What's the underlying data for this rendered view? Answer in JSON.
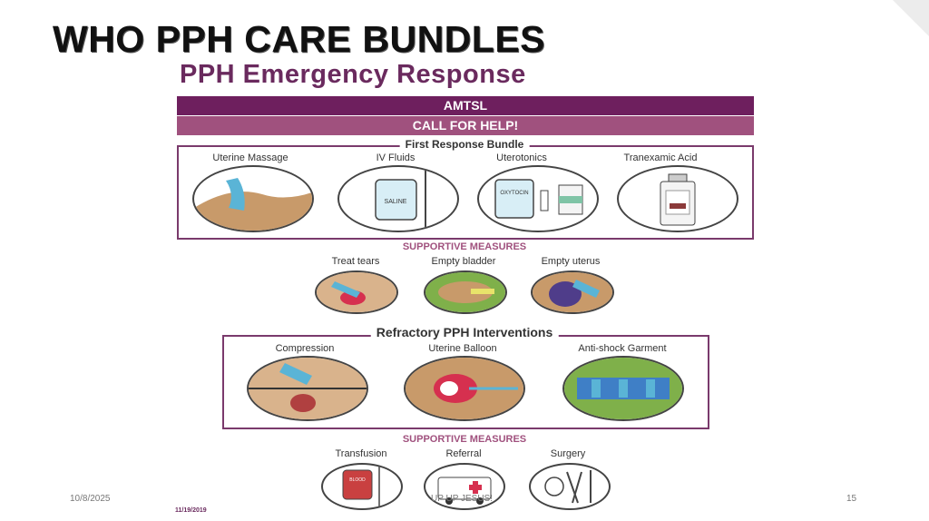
{
  "slide": {
    "title": "WHO PPH CARE BUNDLES",
    "footer_date": "10/8/2025",
    "footer_center": "UP UP JESUS!",
    "page_number": "15"
  },
  "poster": {
    "title": "PPH Emergency Response",
    "bar_amtsl": "AMTSL",
    "bar_call": "CALL FOR HELP!",
    "first_response": {
      "label": "First Response Bundle",
      "items": [
        "Uterine Massage",
        "IV Fluids",
        "Uterotonics",
        "Tranexamic Acid"
      ]
    },
    "supportive_1": {
      "label": "SUPPORTIVE MEASURES",
      "items": [
        "Treat tears",
        "Empty bladder",
        "Empty uterus"
      ]
    },
    "refractory": {
      "label": "Refractory PPH Interventions",
      "items": [
        "Compression",
        "Uterine Balloon",
        "Anti-shock Garment"
      ]
    },
    "supportive_2": {
      "label": "SUPPORTIVE MEASURES",
      "items": [
        "Transfusion",
        "Referral",
        "Surgery"
      ]
    },
    "icon_text": {
      "saline": "SALINE",
      "oxytocin": "OXYTOCIN",
      "blood": "BLOOD"
    },
    "poster_date": "11/19/2019"
  },
  "colors": {
    "purple_dark": "#6e1f5e",
    "purple_mid": "#a0517e",
    "skin": "#c89a6a",
    "glove": "#5ab4d6"
  }
}
